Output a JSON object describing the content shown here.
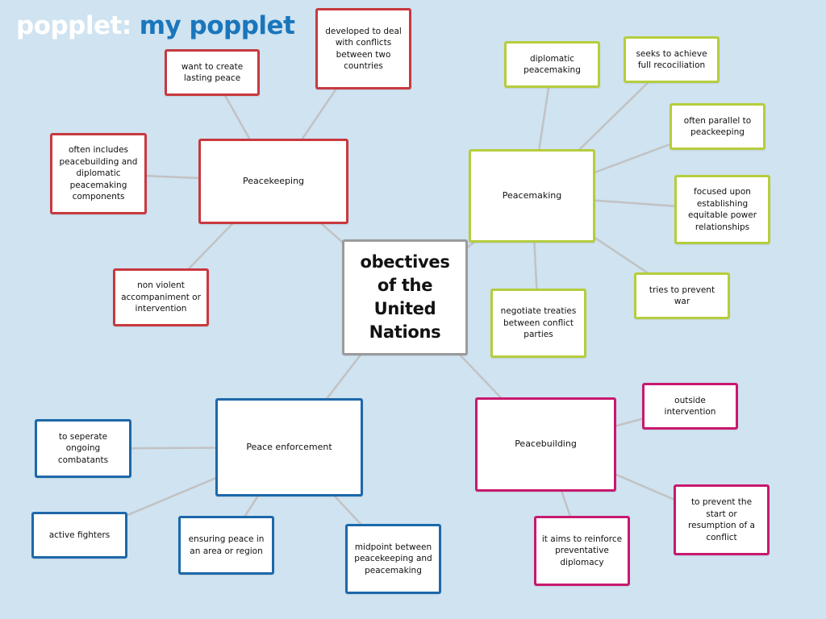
{
  "header": {
    "app_name": "popplet",
    "separator": ":",
    "board_title": "my popplet"
  },
  "colors": {
    "background": "#cfe3f1",
    "connector": "#c2c2c2",
    "center": "#9b9b9b",
    "peacekeeping": "#c8393f",
    "peacemaking": "#b5cd3c",
    "peace_enforcement": "#1c68a9",
    "peacebuilding": "#c8196f"
  },
  "central": {
    "text": "obectives of the United Nations"
  },
  "groups": [
    {
      "id": "peacekeeping",
      "label": "Peacekeeping",
      "color": "#c8393f",
      "children": [
        "want to create lasting peace",
        "developed to deal with conflicts between two countries",
        "often includes peacebuilding and diplomatic peacemaking components",
        "non violent accompaniment or intervention"
      ]
    },
    {
      "id": "peacemaking",
      "label": "Peacemaking",
      "color": "#b5cd3c",
      "children": [
        "diplomatic peacemaking",
        "seeks to achieve full recociliation",
        "often parallel to peackeeping",
        "focused upon establishing equitable power relationships",
        "tries to prevent war",
        "negotiate treaties between conflict parties"
      ]
    },
    {
      "id": "peace-enforcement",
      "label": "Peace enforcement",
      "color": "#1c68a9",
      "children": [
        "to seperate ongoing combatants",
        "active fighters",
        "ensuring peace in an area or region",
        "midpoint between peacekeeping and peacemaking"
      ]
    },
    {
      "id": "peacebuilding",
      "label": "Peacebuilding",
      "color": "#c8196f",
      "children": [
        "outside intervention",
        "to prevent the start or resumption of a conflict",
        "it aims to reinforce preventative diplomacy"
      ]
    }
  ]
}
